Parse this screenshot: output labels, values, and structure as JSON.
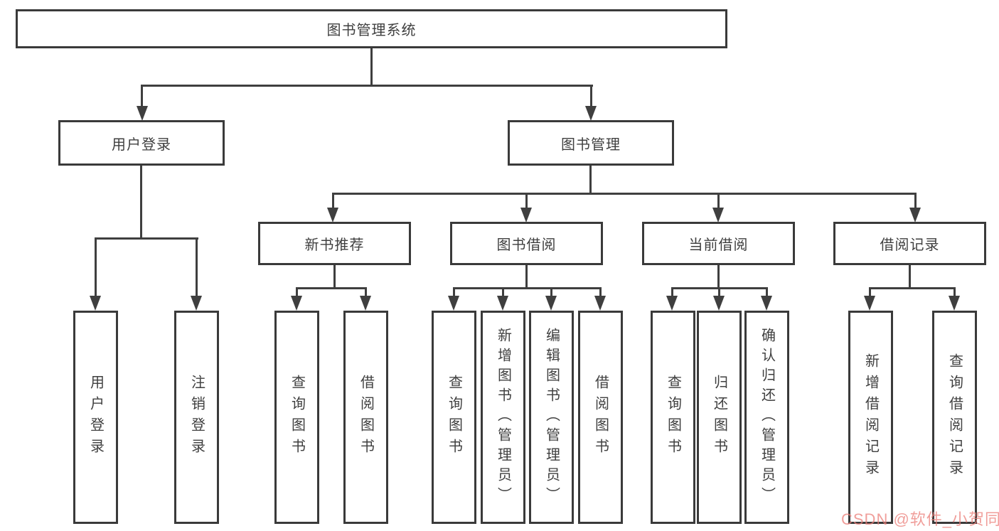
{
  "diagram": {
    "root": {
      "label": "图书管理系统"
    },
    "level2": [
      {
        "id": "user-login",
        "label": "用户登录"
      },
      {
        "id": "book-management",
        "label": "图书管理"
      }
    ],
    "level3": [
      {
        "id": "new-book-recommend",
        "label": "新书推荐"
      },
      {
        "id": "book-borrowing",
        "label": "图书借阅"
      },
      {
        "id": "current-borrowing",
        "label": "当前借阅"
      },
      {
        "id": "borrowing-records",
        "label": "借阅记录"
      }
    ],
    "leaves": {
      "user_login": [
        "用户登录",
        "注销登录"
      ],
      "new_book_recommend": [
        "查询图书",
        "借阅图书"
      ],
      "book_borrowing": [
        "查询图书",
        "新增图书（管理员）",
        "编辑图书（管理员）",
        "借阅图书"
      ],
      "current_borrowing": [
        "查询图书",
        "归还图书",
        "确认归还（管理员）"
      ],
      "borrowing_records": [
        "新增借阅记录",
        "查询借阅记录"
      ]
    },
    "watermark": "CSDN @软件_小贺同学",
    "colors": {
      "line": "#3f3f3f",
      "text": "#3f3f3f",
      "border": "#3a3a3a",
      "background": "#ffffff",
      "watermark": "#eb7d78"
    }
  }
}
